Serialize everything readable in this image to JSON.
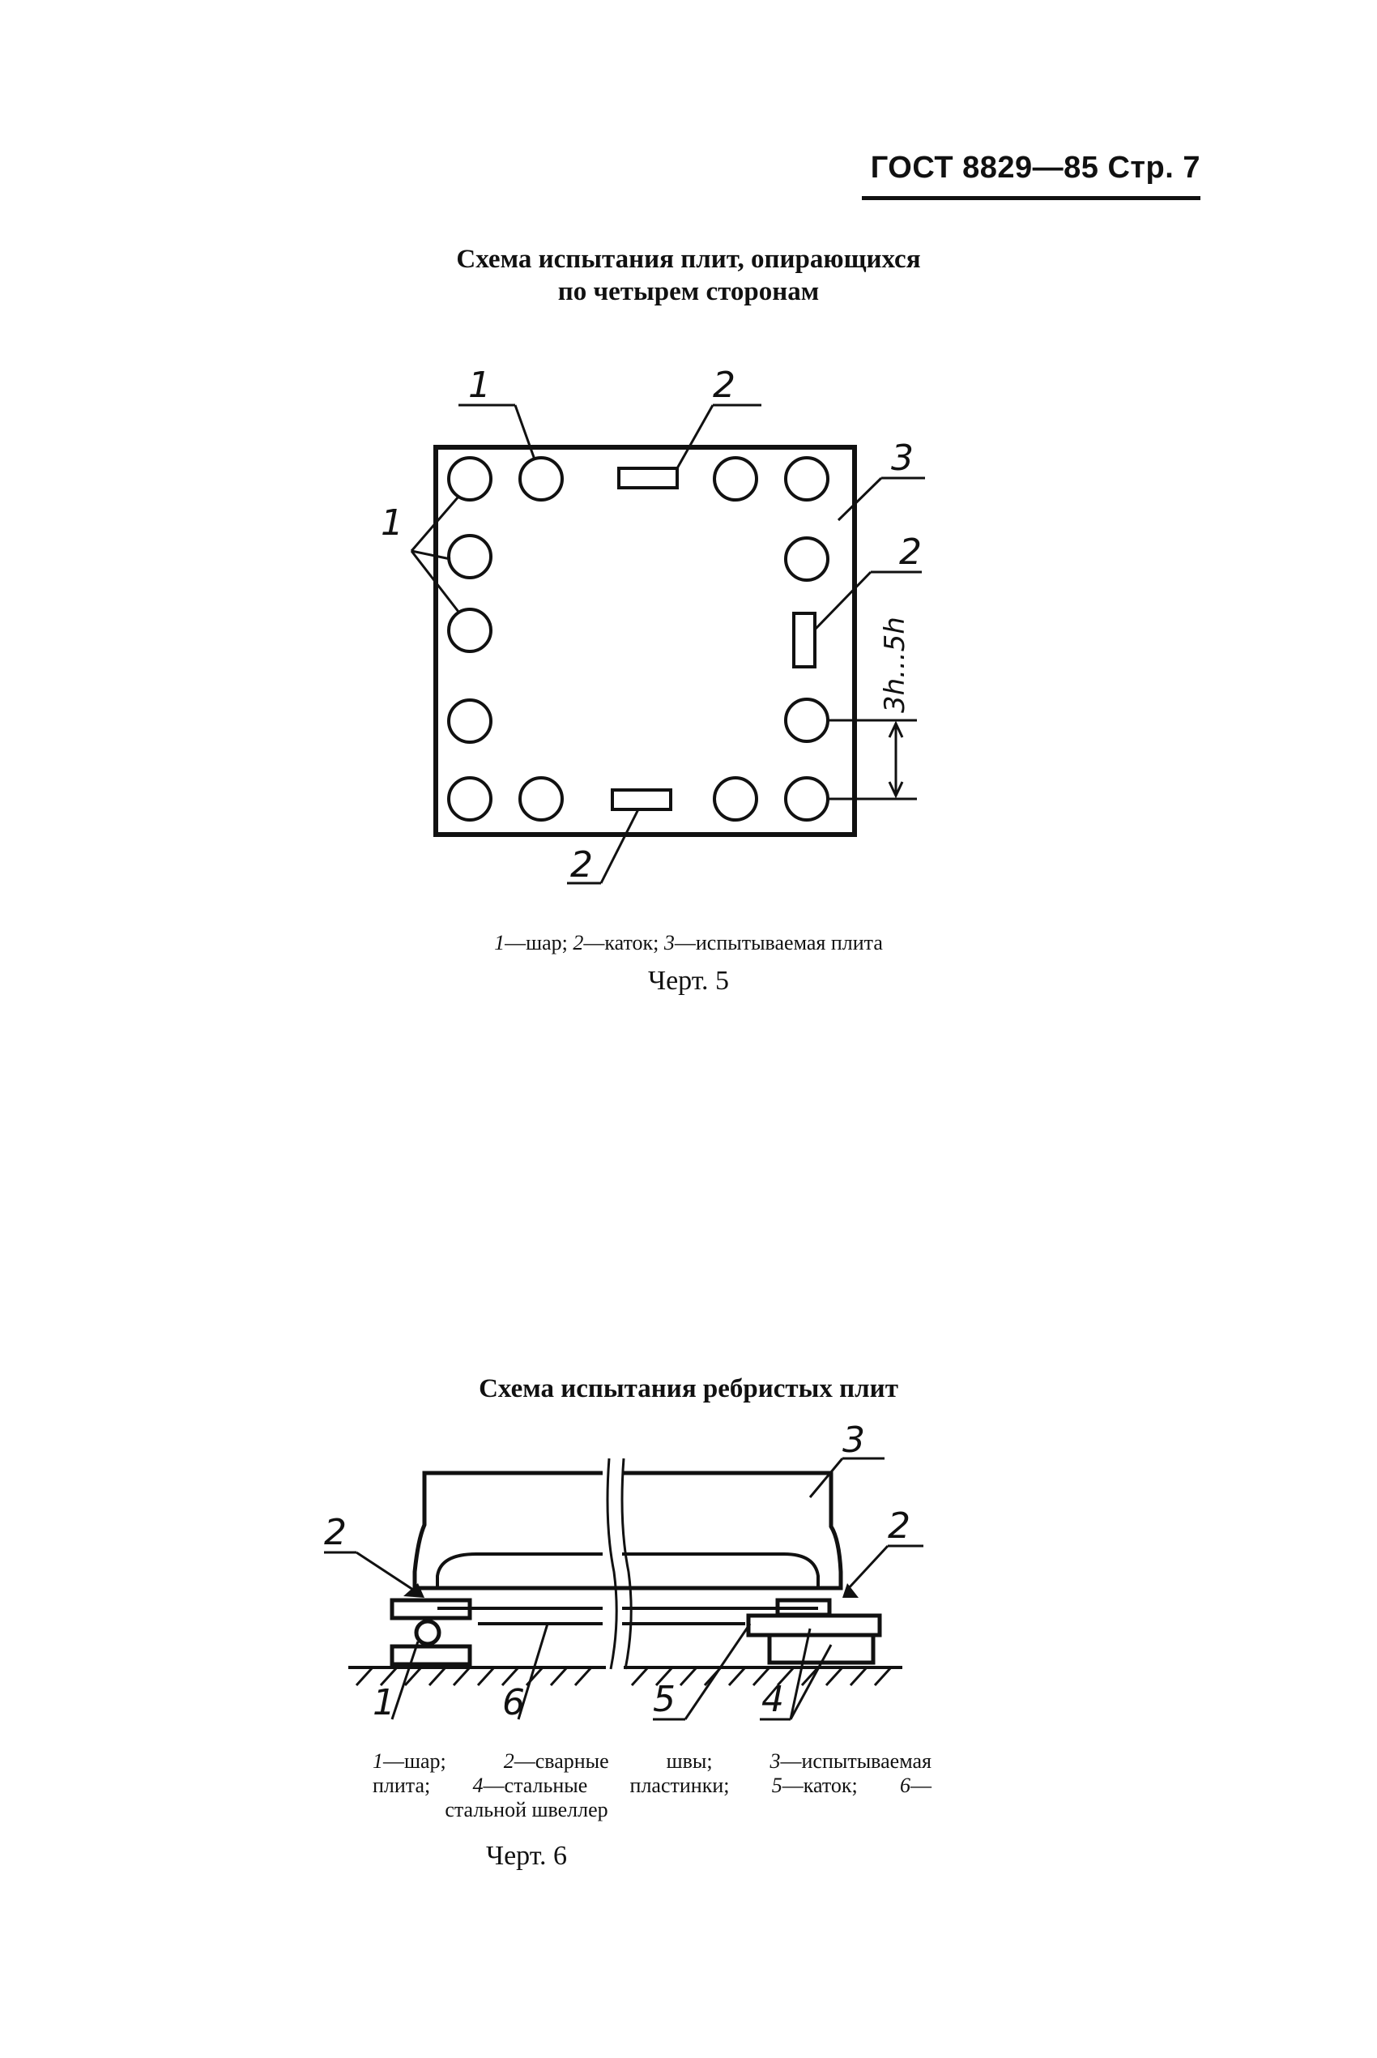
{
  "header": {
    "text": "ГОСТ 8829—85 Стр. 7"
  },
  "figure5": {
    "title_line1": "Схема испытания плит, опирающихся",
    "title_line2": "по четырем сторонам",
    "labels": {
      "ball": "1",
      "roller": "2",
      "plate": "3",
      "dimension": "3h...5h"
    },
    "legend": [
      {
        "num": "1",
        "text": "—шар; "
      },
      {
        "num": "2",
        "text": "—каток; "
      },
      {
        "num": "3",
        "text": "—испытываемая плита"
      }
    ],
    "chert": "Черт. 5"
  },
  "figure6": {
    "title": "Схема испытания ребристых плит",
    "labels": {
      "l1": "1",
      "l2": "2",
      "l3": "3",
      "l4": "4",
      "l5": "5",
      "l6": "6"
    },
    "legend_line1": [
      {
        "num": "1",
        "text": "—шар; "
      },
      {
        "num": "2",
        "text": "—сварные швы; "
      },
      {
        "num": "3",
        "text": "—испытываемая"
      }
    ],
    "legend_line2": [
      {
        "num": "",
        "text": "плита; "
      },
      {
        "num": "4",
        "text": "—стальные пластинки; "
      },
      {
        "num": "5",
        "text": "—каток; "
      },
      {
        "num": "6",
        "text": "—"
      }
    ],
    "legend_line3": "стальной швеллер",
    "chert": "Черт. 6"
  }
}
